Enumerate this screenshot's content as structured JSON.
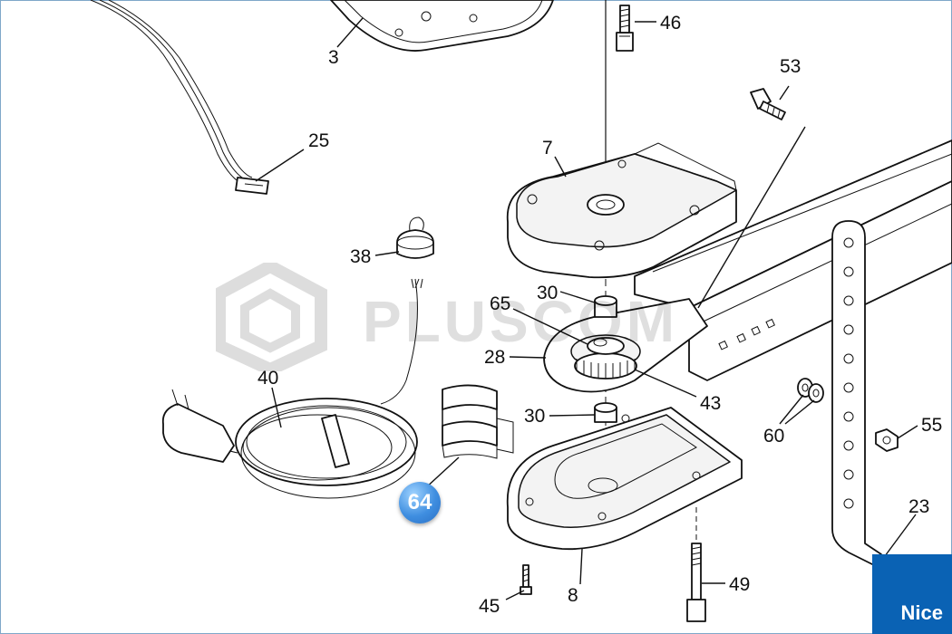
{
  "watermark": {
    "text": "PLUSCOM"
  },
  "brand": {
    "text": "Nice"
  },
  "highlight": {
    "label": "64"
  },
  "labels": {
    "p3": "3",
    "p7": "7",
    "p8": "8",
    "p23": "23",
    "p25": "25",
    "p28": "28",
    "p30a": "30",
    "p30b": "30",
    "p38": "38",
    "p40": "40",
    "p43": "43",
    "p45": "45",
    "p46": "46",
    "p49": "49",
    "p53": "53",
    "p55": "55",
    "p60": "60",
    "p65": "65"
  }
}
